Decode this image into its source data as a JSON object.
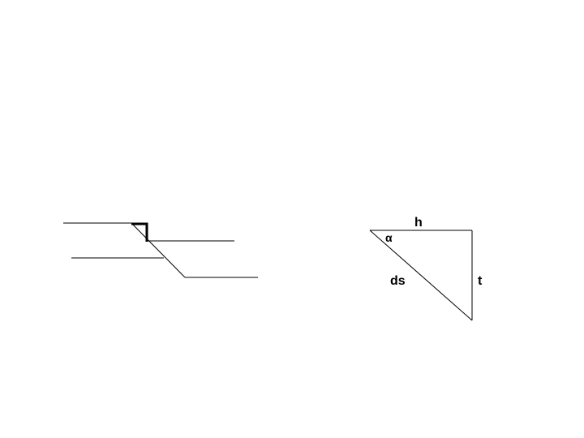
{
  "labels": {
    "h": "h",
    "alpha": "α",
    "ds": "ds",
    "t": "t"
  },
  "colors": {
    "stroke": "#000000",
    "background": "#ffffff"
  }
}
